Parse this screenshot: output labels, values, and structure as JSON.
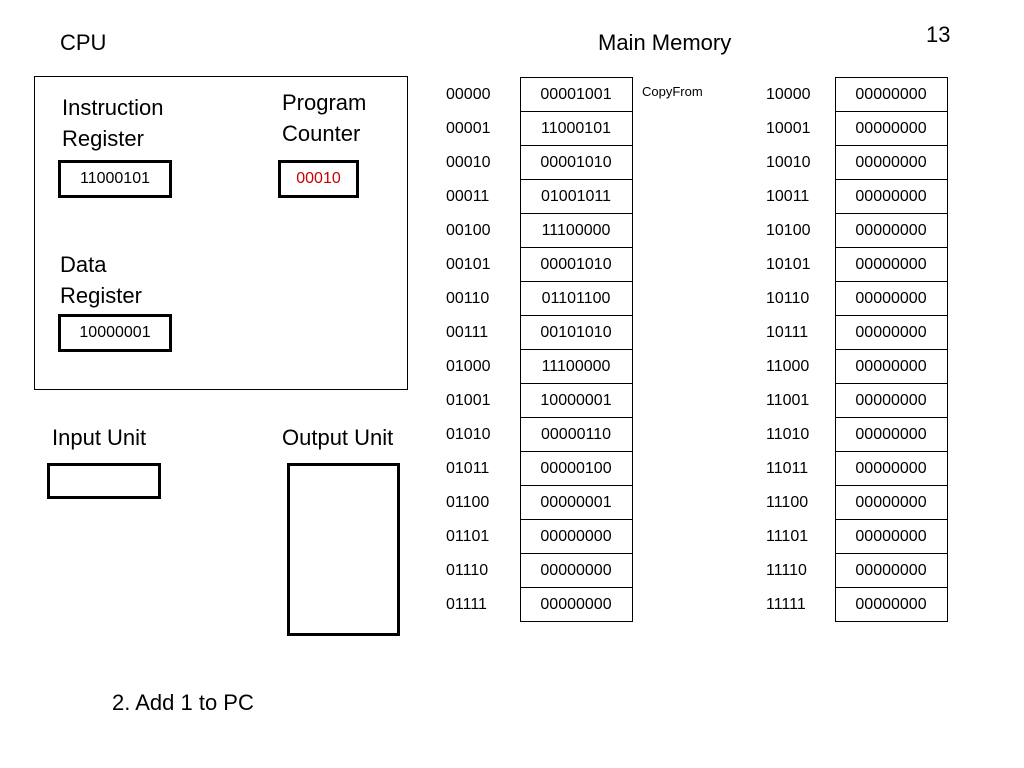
{
  "slide_number": "13",
  "cpu": {
    "title": "CPU",
    "instruction_register": {
      "label": "Instruction Register",
      "value": "11000101"
    },
    "program_counter": {
      "label": "Program Counter",
      "value": "00010",
      "value_color": "#cc0000"
    },
    "data_register": {
      "label": "Data Register",
      "value": "10000001"
    }
  },
  "input_unit": {
    "label": "Input Unit",
    "value": ""
  },
  "output_unit": {
    "label": "Output Unit",
    "value": ""
  },
  "memory": {
    "title": "Main Memory",
    "annotation": "CopyFrom",
    "left": [
      {
        "addr": "00000",
        "value": "00001001"
      },
      {
        "addr": "00001",
        "value": "11000101"
      },
      {
        "addr": "00010",
        "value": "00001010"
      },
      {
        "addr": "00011",
        "value": "01001011"
      },
      {
        "addr": "00100",
        "value": "11100000"
      },
      {
        "addr": "00101",
        "value": "00001010"
      },
      {
        "addr": "00110",
        "value": "01101100"
      },
      {
        "addr": "00111",
        "value": "00101010"
      },
      {
        "addr": "01000",
        "value": "11100000"
      },
      {
        "addr": "01001",
        "value": "10000001"
      },
      {
        "addr": "01010",
        "value": "00000110"
      },
      {
        "addr": "01011",
        "value": "00000100"
      },
      {
        "addr": "01100",
        "value": "00000001"
      },
      {
        "addr": "01101",
        "value": "00000000"
      },
      {
        "addr": "01110",
        "value": "00000000"
      },
      {
        "addr": "01111",
        "value": "00000000"
      }
    ],
    "right": [
      {
        "addr": "10000",
        "value": "00000000"
      },
      {
        "addr": "10001",
        "value": "00000000"
      },
      {
        "addr": "10010",
        "value": "00000000"
      },
      {
        "addr": "10011",
        "value": "00000000"
      },
      {
        "addr": "10100",
        "value": "00000000"
      },
      {
        "addr": "10101",
        "value": "00000000"
      },
      {
        "addr": "10110",
        "value": "00000000"
      },
      {
        "addr": "10111",
        "value": "00000000"
      },
      {
        "addr": "11000",
        "value": "00000000"
      },
      {
        "addr": "11001",
        "value": "00000000"
      },
      {
        "addr": "11010",
        "value": "00000000"
      },
      {
        "addr": "11011",
        "value": "00000000"
      },
      {
        "addr": "11100",
        "value": "00000000"
      },
      {
        "addr": "11101",
        "value": "00000000"
      },
      {
        "addr": "11110",
        "value": "00000000"
      },
      {
        "addr": "11111",
        "value": "00000000"
      }
    ]
  },
  "caption": "2. Add 1 to PC"
}
